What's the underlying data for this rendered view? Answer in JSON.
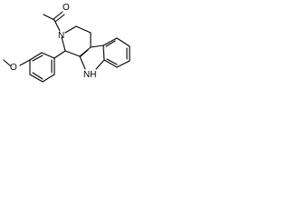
{
  "molecule": {
    "atom_labels": {
      "acetyl_oxygen": "O",
      "ring_nitrogen": "N",
      "indole_nh": "NH",
      "methoxy_oxygen": "O"
    },
    "colors": {
      "bond": "#000000",
      "label": "#000000",
      "background": "#ffffff"
    }
  }
}
